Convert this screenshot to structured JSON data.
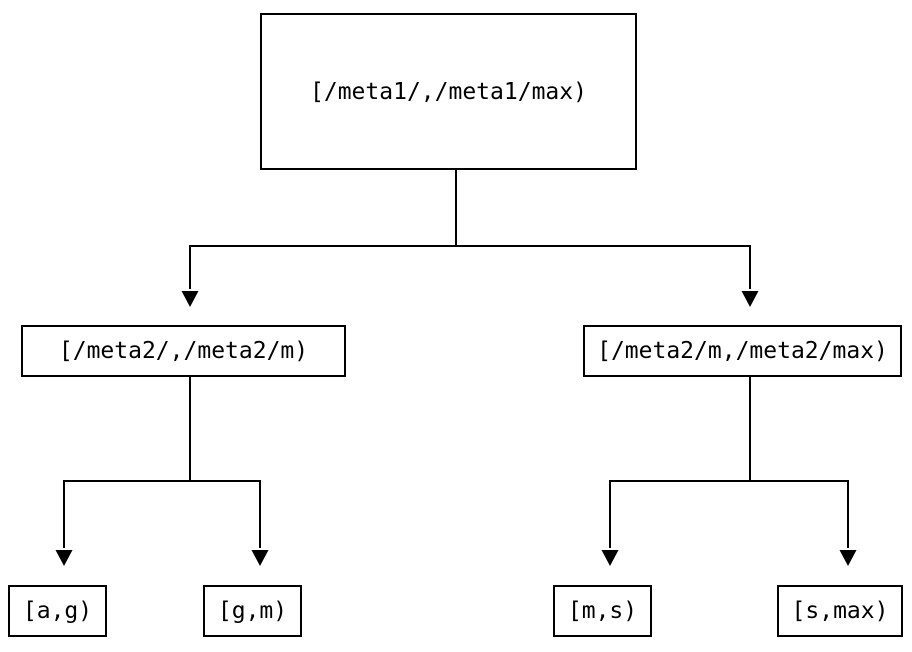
{
  "diagram": {
    "type": "tree",
    "colors": {
      "background": "#ffffff",
      "line": "#000000",
      "box_border": "#000000",
      "text": "#000000"
    },
    "nodes": {
      "root": {
        "label": "[/meta1/,/meta1/max)"
      },
      "meta2_low": {
        "label": "[/meta2/,/meta2/m)"
      },
      "meta2_high": {
        "label": "[/meta2/m,/meta2/max)"
      },
      "leaf_a_g": {
        "label": "[a,g)"
      },
      "leaf_g_m": {
        "label": "[g,m)"
      },
      "leaf_m_s": {
        "label": "[m,s)"
      },
      "leaf_s_max": {
        "label": "[s,max)"
      }
    },
    "edges": [
      {
        "from": "root",
        "to": "meta2_low"
      },
      {
        "from": "root",
        "to": "meta2_high"
      },
      {
        "from": "meta2_low",
        "to": "leaf_a_g"
      },
      {
        "from": "meta2_low",
        "to": "leaf_g_m"
      },
      {
        "from": "meta2_high",
        "to": "leaf_m_s"
      },
      {
        "from": "meta2_high",
        "to": "leaf_s_max"
      }
    ]
  }
}
